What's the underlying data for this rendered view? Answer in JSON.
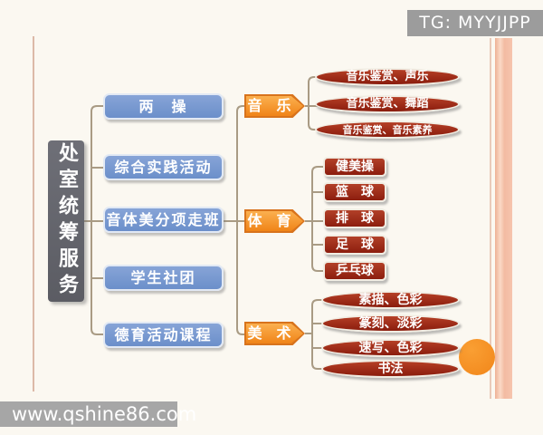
{
  "header": {
    "tg_label": "TG: MYYJJPP"
  },
  "footer": {
    "site_label": "www.qshine86.com"
  },
  "tree": {
    "root": "处室统筹服务",
    "level2": [
      "两　操",
      "综合实践活动",
      "音体美分项走班",
      "学生社团",
      "德育活动课程"
    ],
    "categories": [
      "音　乐",
      "体　育",
      "美　术"
    ],
    "music_items": [
      "音乐鉴赏、声乐",
      "音乐鉴赏、舞蹈",
      "音乐鉴赏、音乐素养"
    ],
    "sports_items": [
      "健美操",
      "篮　球",
      "排　球",
      "足　球",
      "乒乓球"
    ],
    "art_items": [
      "素描、色彩",
      "篆刻、淡彩",
      "速写、色彩",
      "书法"
    ]
  },
  "colors": {
    "root_gray": "#64656c",
    "level2_blue": "#6e92cd",
    "category_orange": "#f6921e",
    "item_red": "#9c2716",
    "connector_tan": "#a99b84",
    "frame_salmon": "#f2bda6",
    "accent_circle_orange": "#f7941e",
    "overlay_gray": "#9c9c9c"
  }
}
